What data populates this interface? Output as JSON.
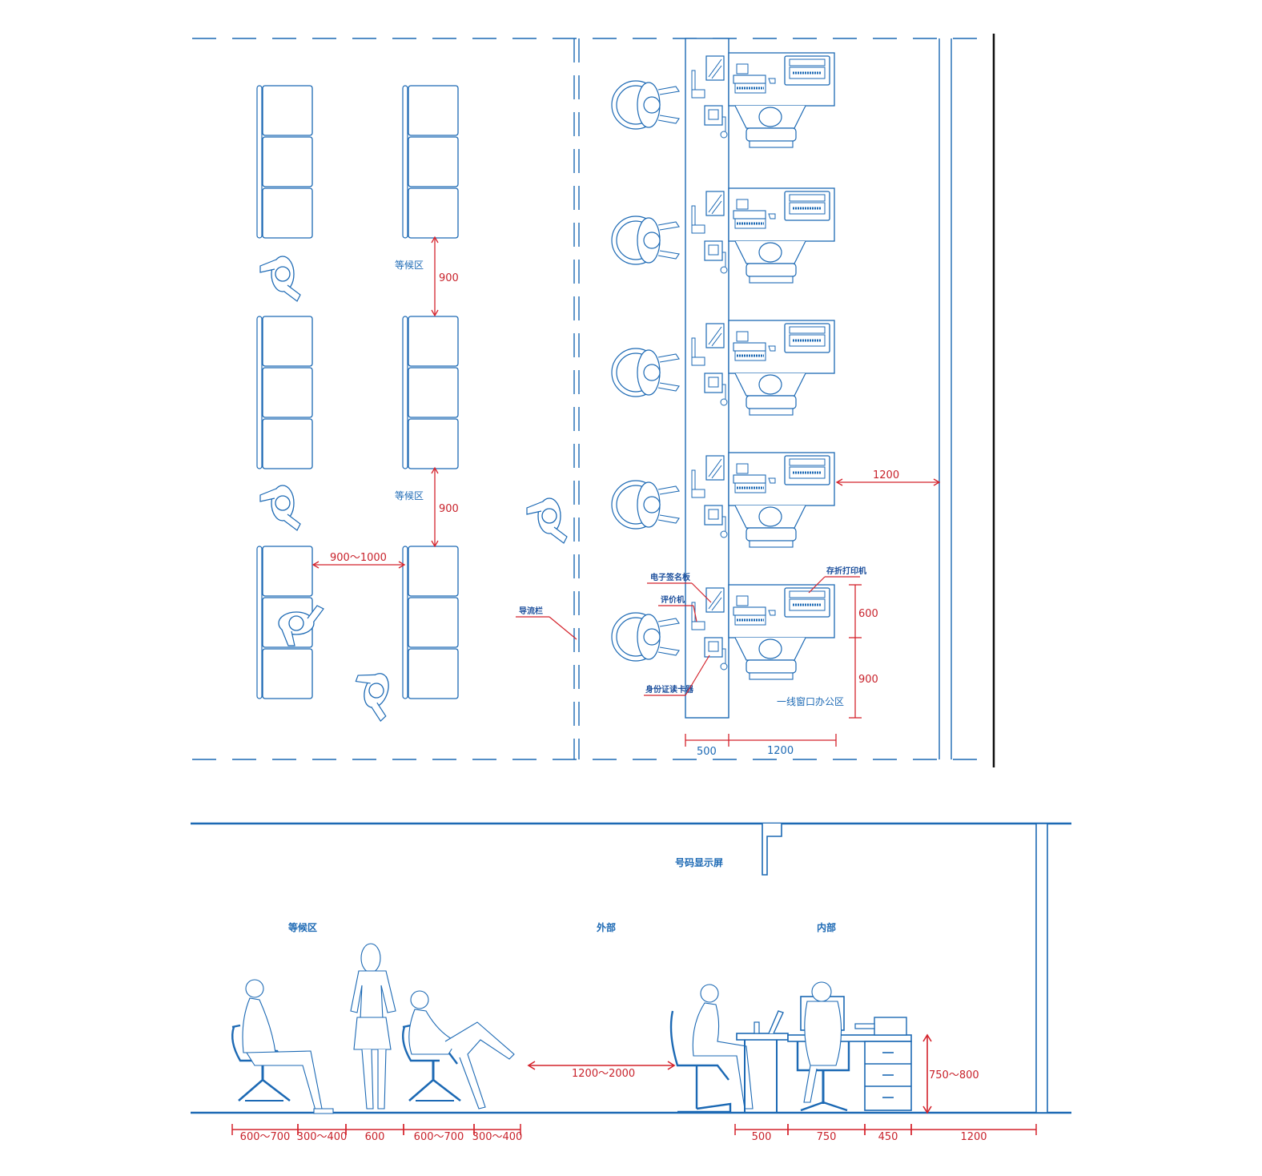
{
  "plan": {
    "labels": {
      "waiting_area_1": "等候区",
      "waiting_area_2": "等候区",
      "guide_rail": "导流栏",
      "e_signature_pad": "电子签名板",
      "evaluator": "评价机",
      "id_reader": "身份证读卡器",
      "passbook_printer": "存折打印机",
      "counter_office": "一线窗口办公区"
    },
    "dimensions": {
      "row_gap_1": "900",
      "row_gap_2": "900",
      "aisle": "900～1000",
      "rear_aisle": "1200",
      "desk_depth": "600",
      "seat_depth": "900",
      "counter_width": "500",
      "desk_width": "1200"
    }
  },
  "elevation": {
    "labels": {
      "number_display": "号码显示屏",
      "waiting_area": "等候区",
      "outside": "外部",
      "inside": "内部"
    },
    "dimensions": {
      "queue_distance": "1200～2000",
      "desk_height": "750～800",
      "bottom": [
        "600～700",
        "300～400",
        "600",
        "600～700",
        "300～400",
        "500",
        "750",
        "450",
        "1200"
      ]
    }
  },
  "colors": {
    "line": "#1c69b4",
    "dimension": "#d4232c",
    "background": "#ffffff"
  }
}
